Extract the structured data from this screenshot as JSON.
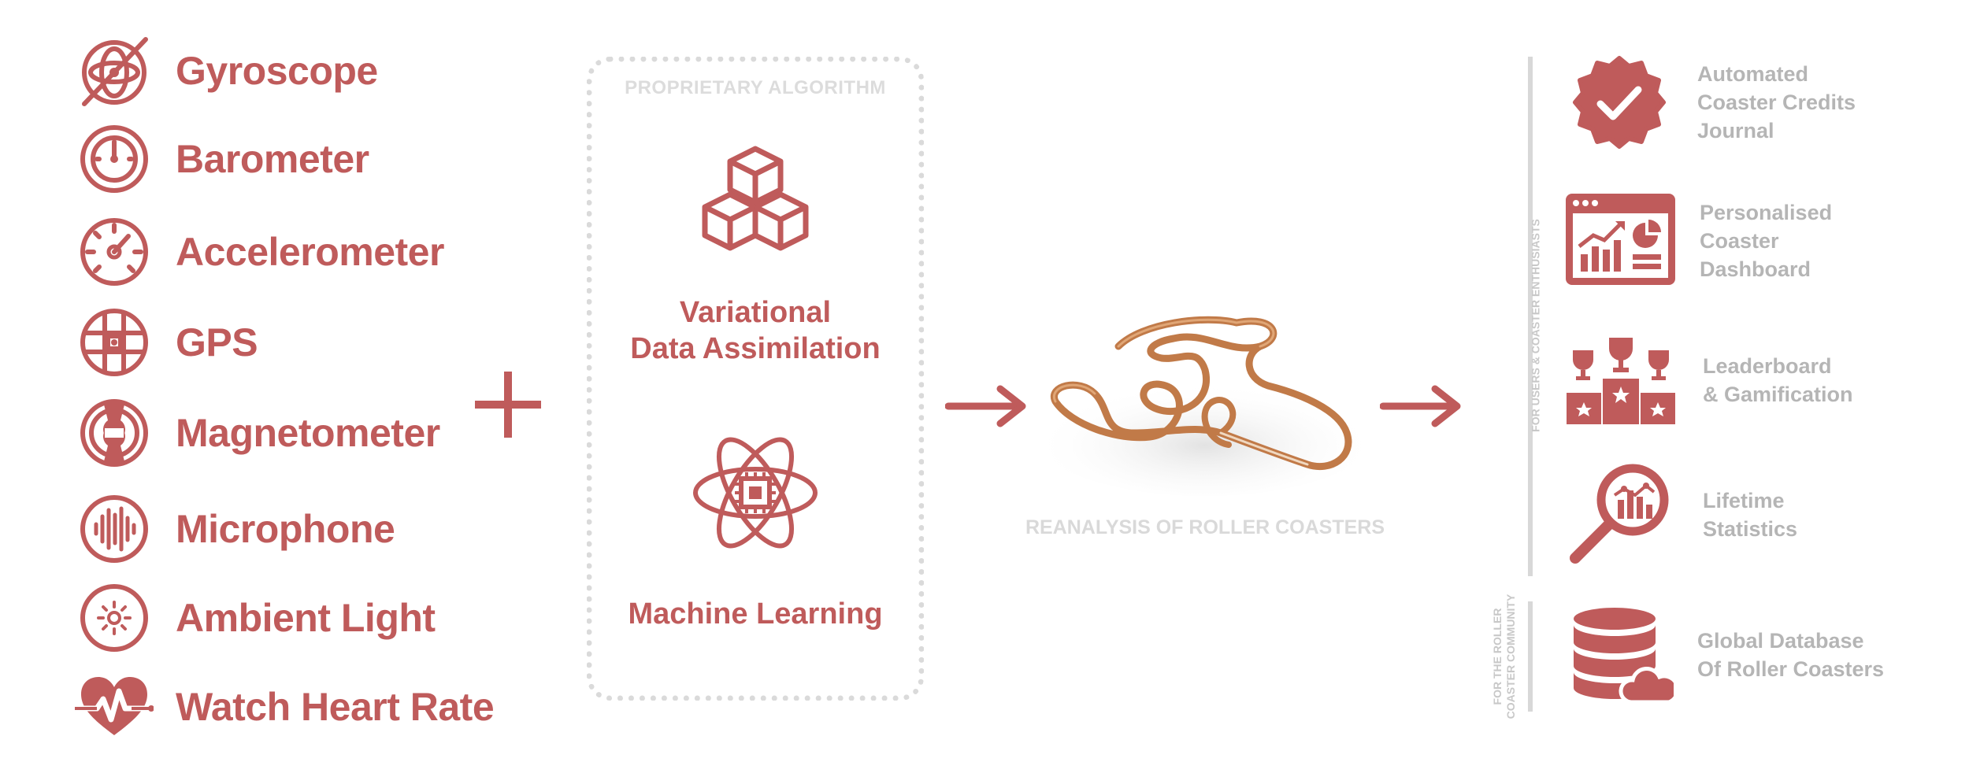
{
  "colors": {
    "accent": "#bf5b5b",
    "muted": "#b5b5b5",
    "border": "#dadada",
    "coaster": "#c17a48"
  },
  "sensors": [
    {
      "label": "Gyroscope",
      "icon": "gyroscope-icon"
    },
    {
      "label": "Barometer",
      "icon": "barometer-icon"
    },
    {
      "label": "Accelerometer",
      "icon": "accelerometer-icon"
    },
    {
      "label": "GPS",
      "icon": "gps-icon"
    },
    {
      "label": "Magnetometer",
      "icon": "magnetometer-icon"
    },
    {
      "label": "Microphone",
      "icon": "microphone-icon"
    },
    {
      "label": "Ambient Light",
      "icon": "ambient-light-icon"
    },
    {
      "label": "Watch Heart Rate",
      "icon": "heart-rate-icon"
    }
  ],
  "algorithm": {
    "title": "PROPRIETARY ALGORITHM",
    "method1": "Variational\nData Assimilation",
    "method1_line1": "Variational",
    "method1_line2": "Data Assimilation",
    "method2": "Machine Learning"
  },
  "reanalysis": {
    "label": "REANALYSIS OF ROLLER COASTERS"
  },
  "audiences": {
    "users": "FOR USERS & COASTER ENTHUSIASTS",
    "community_line1": "FOR THE ROLLER",
    "community_line2": "COASTER COMMUNITY"
  },
  "features": [
    {
      "label": "Automated\nCoaster Credits\nJournal",
      "icon": "checkmark-badge-icon"
    },
    {
      "label": "Personalised\nCoaster\nDashboard",
      "icon": "dashboard-icon"
    },
    {
      "label": "Leaderboard\n& Gamification",
      "icon": "trophy-podium-icon"
    },
    {
      "label": "Lifetime\nStatistics",
      "icon": "magnifier-chart-icon"
    },
    {
      "label": "Global Database\nOf Roller Coasters",
      "icon": "database-cloud-icon"
    }
  ]
}
